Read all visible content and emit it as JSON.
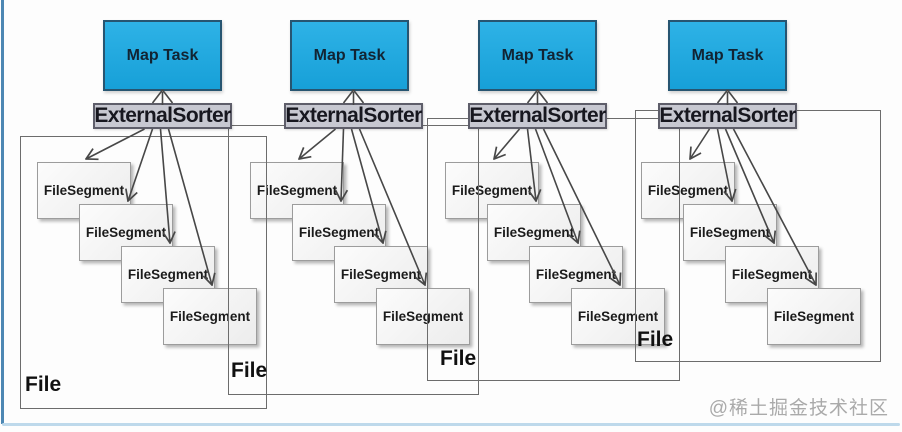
{
  "diagram": {
    "description_labels": {
      "map_task": "Map Task",
      "sorter": "ExternalSorter",
      "segment": "FileSegment",
      "file": "File"
    },
    "columns": [
      {
        "map_task_label": "Map Task",
        "sorter_label": "ExternalSorter",
        "file_label": "File",
        "segment_labels": [
          "FileSegment",
          "FileSegment",
          "FileSegment",
          "FileSegment"
        ]
      },
      {
        "map_task_label": "Map Task",
        "sorter_label": "ExternalSorter",
        "file_label": "File",
        "segment_labels": [
          "FileSegment",
          "FileSegment",
          "FileSegment",
          "FileSegment"
        ]
      },
      {
        "map_task_label": "Map Task",
        "sorter_label": "ExternalSorter",
        "file_label": "File",
        "segment_labels": [
          "FileSegment",
          "FileSegment",
          "FileSegment",
          "FileSegment"
        ]
      },
      {
        "map_task_label": "Map Task",
        "sorter_label": "ExternalSorter",
        "file_label": "File",
        "segment_labels": [
          "FileSegment",
          "FileSegment",
          "FileSegment",
          "FileSegment"
        ]
      }
    ]
  },
  "watermark": {
    "text": "@稀土掘金技术社区"
  },
  "colors": {
    "map_fill": "#17a0d8",
    "map_fill_light": "#2eb2e6",
    "map_border": "#275571",
    "sorter_fill": "#c7c8d1",
    "sorter_border": "#5e5e6a",
    "segment_border": "#9c9c9c",
    "container_border": "#6c6c6c",
    "arrow": "#474747",
    "frame_left": "#4d87b3",
    "frame_bottom": "#bed9eb",
    "watermark_color": "#aaaaaa"
  }
}
